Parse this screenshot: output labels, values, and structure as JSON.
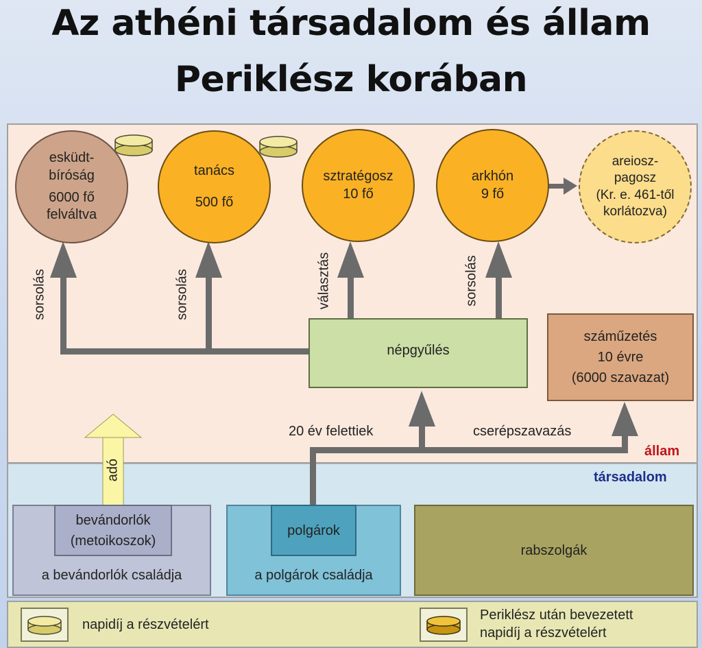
{
  "title": {
    "line1": "Az athéni társadalom és állam",
    "line2": "Periklész korában"
  },
  "institutions": {
    "jury": {
      "line1": "esküdt-",
      "line2": "bíróság",
      "line3": "6000 fő",
      "line4": "felváltva"
    },
    "council": {
      "line1": "tanács",
      "line2": "500 fő"
    },
    "strategos": {
      "line1": "sztratégosz",
      "line2": "10 fő"
    },
    "archon": {
      "line1": "arkhón",
      "line2": "9 fő"
    },
    "areopagus": {
      "line1": "areiosz-",
      "line2": "pagosz",
      "line3": "(Kr. e. 461-től",
      "line4": "korlátozva)"
    }
  },
  "assembly": {
    "label": "népgyűlés"
  },
  "ostracism_box": {
    "line1": "száműzetés",
    "line2": "10 évre",
    "line3": "(6000 szavazat)"
  },
  "arrow_labels": {
    "lot1": "sorsolás",
    "lot2": "sorsolás",
    "election": "választás",
    "lot3": "sorsolás",
    "tax": "adó",
    "over20": "20 év felettiek",
    "ostracism": "cserépszavazás"
  },
  "zones": {
    "state": "állam",
    "society": "társadalom"
  },
  "society": {
    "immigrants": {
      "inner_line1": "bevándorlók",
      "inner_line2": "(metoikoszok)",
      "outer": "a bevándorlók családja"
    },
    "citizens": {
      "inner": "polgárok",
      "outer": "a polgárok családja"
    },
    "slaves": {
      "label": "rabszolgák"
    }
  },
  "legend": {
    "pay_light": "napidíj a részvételért",
    "pay_dark_line1": "Periklész után bevezetett",
    "pay_dark_line2": "napidíj a részvételért"
  },
  "colors": {
    "state_text": "#c0141b",
    "society_text": "#1d2e8a",
    "arrow": "#6b6b6b",
    "coin_light": "#e6dc86",
    "coin_dark": "#d9a818"
  }
}
